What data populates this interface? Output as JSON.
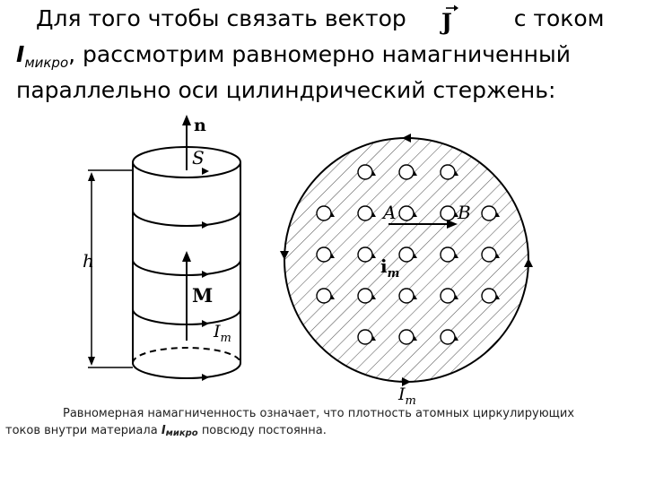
{
  "intro": {
    "line1_before": "Для того чтобы связать вектор",
    "line1_after": "с током",
    "vector_symbol": "J",
    "current_letter": "I",
    "current_sub": "микро",
    "line2_rest": ", рассмотрим равномерно намагниченный",
    "line3": "параллельно оси цилиндрический стержень:"
  },
  "figure": {
    "label_n": "n",
    "label_S": "S",
    "label_h": "h",
    "label_M": "M",
    "label_I": "I",
    "label_m": "m",
    "label_A": "A",
    "label_B": "B",
    "label_i": "i",
    "label_im_sub": "m"
  },
  "caption": {
    "line1": "Равномерная намагниченность означает, что плотность атомных циркулирующих",
    "line2_before": "токов внутри материала",
    "current_letter": "I",
    "current_sub": "микро",
    "line2_after": "повсюду постоянна."
  }
}
